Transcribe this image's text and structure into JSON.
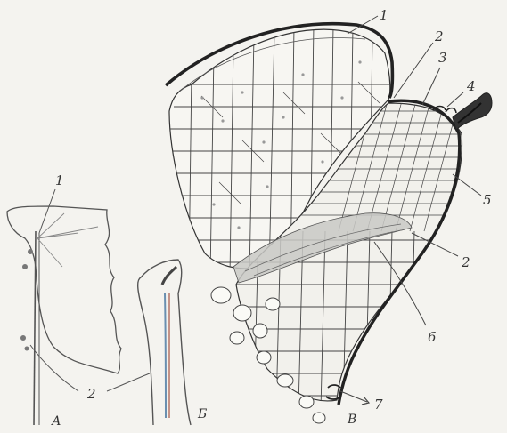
{
  "figure": {
    "panel_labels": {
      "a": "А",
      "b": "Б",
      "c": "В"
    },
    "callouts": {
      "a1": "1",
      "a2": "2",
      "c1": "1",
      "c2_upper": "2",
      "c3": "3",
      "c4": "4",
      "c5": "5",
      "c2_lower": "2",
      "c6": "6",
      "c7": "7"
    }
  }
}
